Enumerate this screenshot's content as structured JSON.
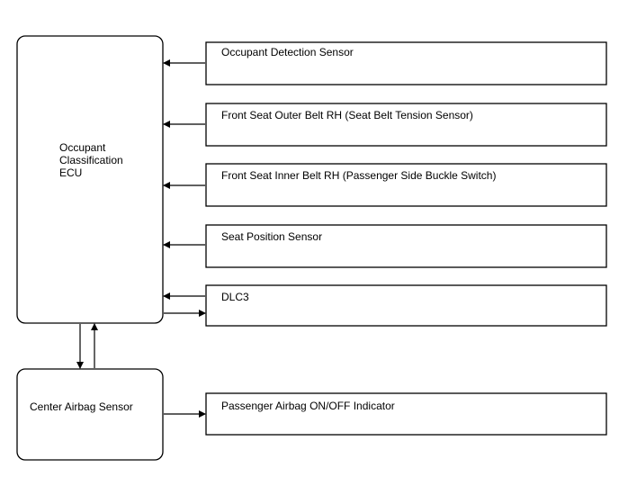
{
  "ecu": {
    "lines": [
      "Occupant",
      "Classification",
      "ECU"
    ]
  },
  "airbag_sensor": {
    "label": "Center Airbag Sensor"
  },
  "inputs": [
    {
      "label": "Occupant Detection Sensor"
    },
    {
      "label": "Front Seat Outer Belt RH (Seat Belt Tension Sensor)"
    },
    {
      "label": "Front Seat Inner Belt RH (Passenger Side Buckle Switch)"
    },
    {
      "label": "Seat Position Sensor"
    },
    {
      "label": "DLC3"
    }
  ],
  "output": {
    "label": "Passenger Airbag ON/OFF Indicator"
  }
}
